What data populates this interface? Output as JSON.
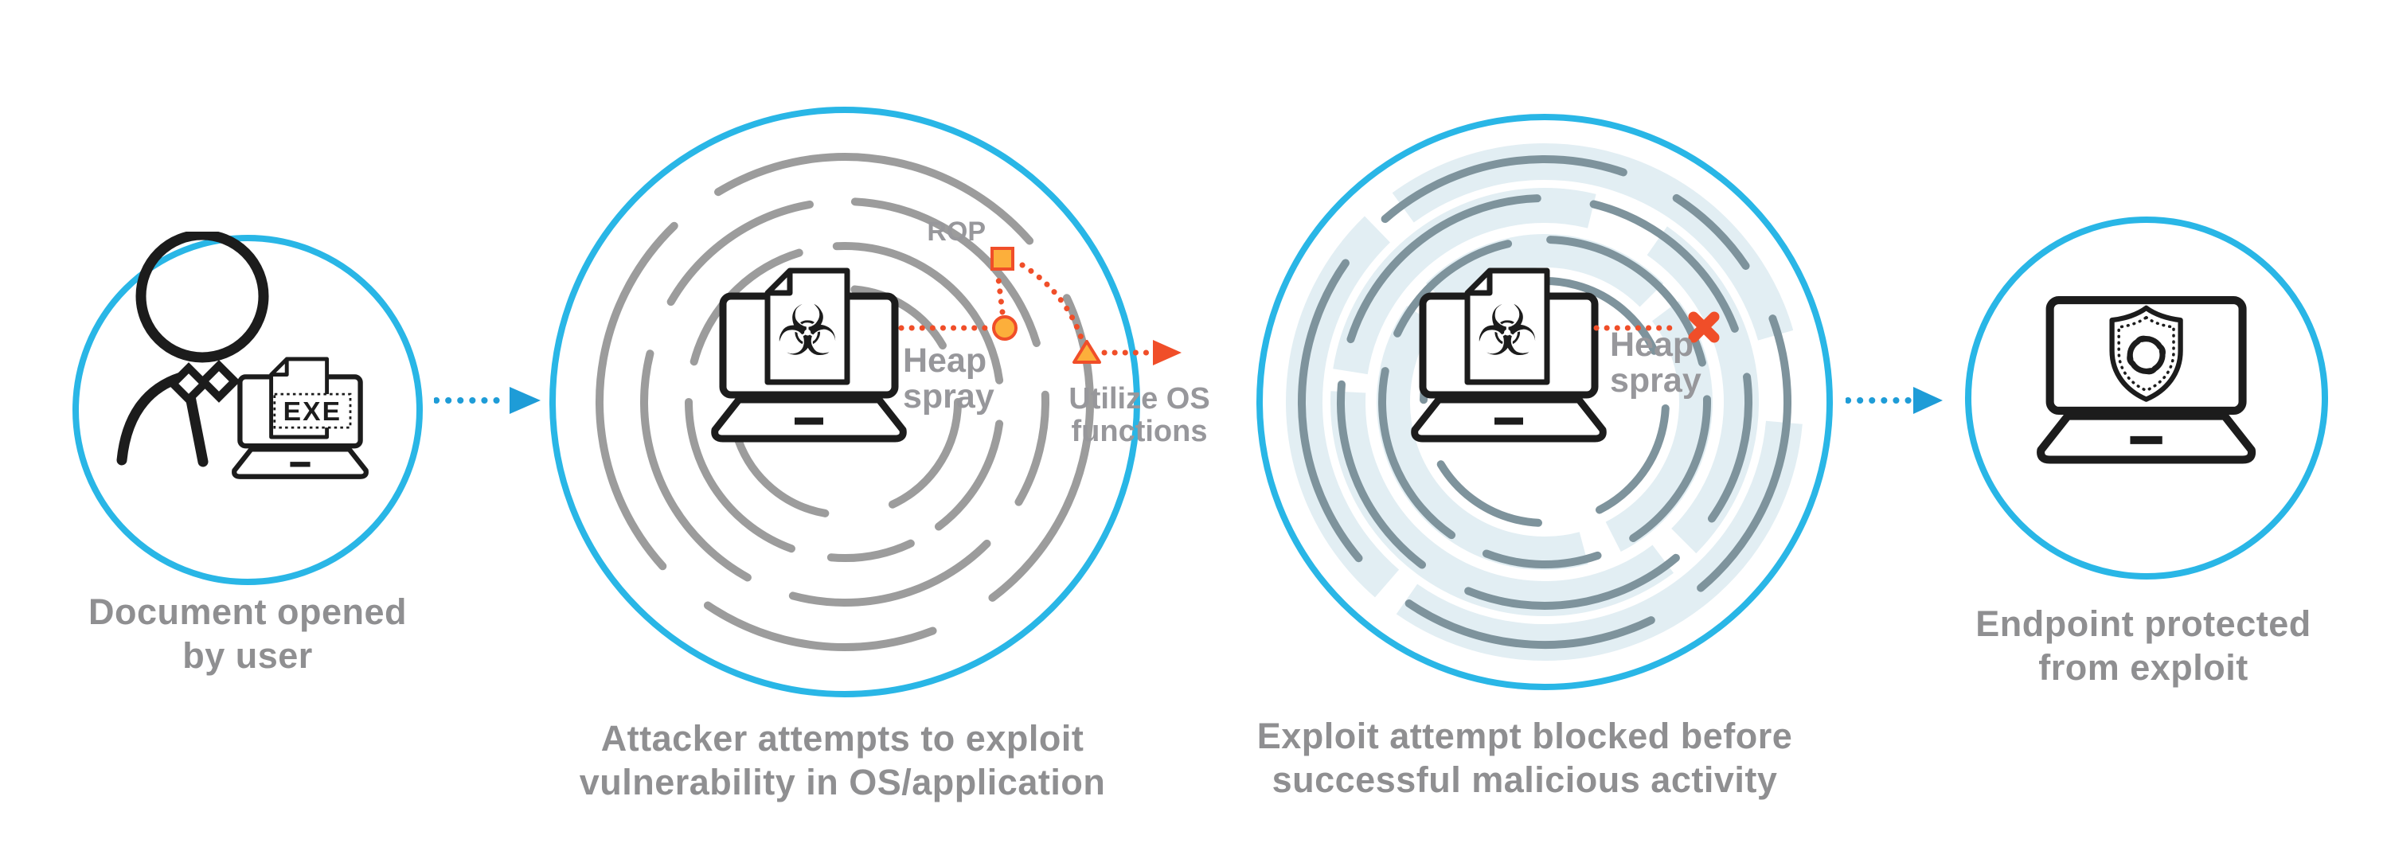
{
  "palette": {
    "ring_cyan": "#29B6E6",
    "arrow_blue": "#1E9CD7",
    "maze_gray": "#9C9C9C",
    "maze_slate": "#7E939C",
    "maze_pale": "#E2EEF3",
    "exploit_red": "#F04E29",
    "marker_orange": "#FCAF3B",
    "caption_gray": "#8F8F91",
    "label_gray": "#97979B",
    "icon_black": "#1C1C1C"
  },
  "icons": {
    "biohazard_glyph": "☣"
  },
  "stages": [
    {
      "name": "document-opened",
      "caption": [
        "Document opened",
        "by user"
      ],
      "exe_label": "EXE"
    },
    {
      "name": "exploit-attempt",
      "caption": [
        "Attacker attempts to exploit",
        "vulnerability in OS/application"
      ],
      "labels": {
        "rop": "ROP",
        "heap": [
          "Heap",
          "spray"
        ],
        "utilize": [
          "Utilize OS",
          "functions"
        ]
      }
    },
    {
      "name": "exploit-blocked",
      "caption": [
        "Exploit attempt blocked before",
        "successful malicious activity"
      ],
      "labels": {
        "heap": [
          "Heap",
          "spray"
        ]
      }
    },
    {
      "name": "endpoint-protected",
      "caption": [
        "Endpoint protected",
        "from exploit"
      ]
    }
  ]
}
